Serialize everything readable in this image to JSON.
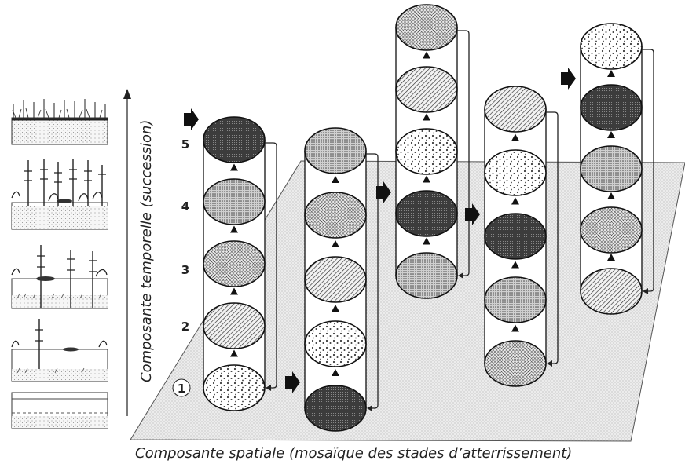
{
  "axes": {
    "y_label": "Composante temporelle (succession)",
    "x_label": "Composante spatiale (mosaïque des stades d’atterrissement)"
  },
  "stage_numbers": [
    "1",
    "2",
    "3",
    "4",
    "5"
  ],
  "columns": [
    {
      "stages": [
        1,
        2,
        3,
        4,
        5
      ]
    },
    {
      "stages": [
        5,
        1,
        2,
        3,
        4
      ]
    },
    {
      "stages": [
        4,
        5,
        1,
        2,
        3
      ]
    },
    {
      "stages": [
        3,
        4,
        5,
        1,
        2
      ]
    },
    {
      "stages": [
        2,
        3,
        4,
        5,
        1
      ]
    }
  ]
}
